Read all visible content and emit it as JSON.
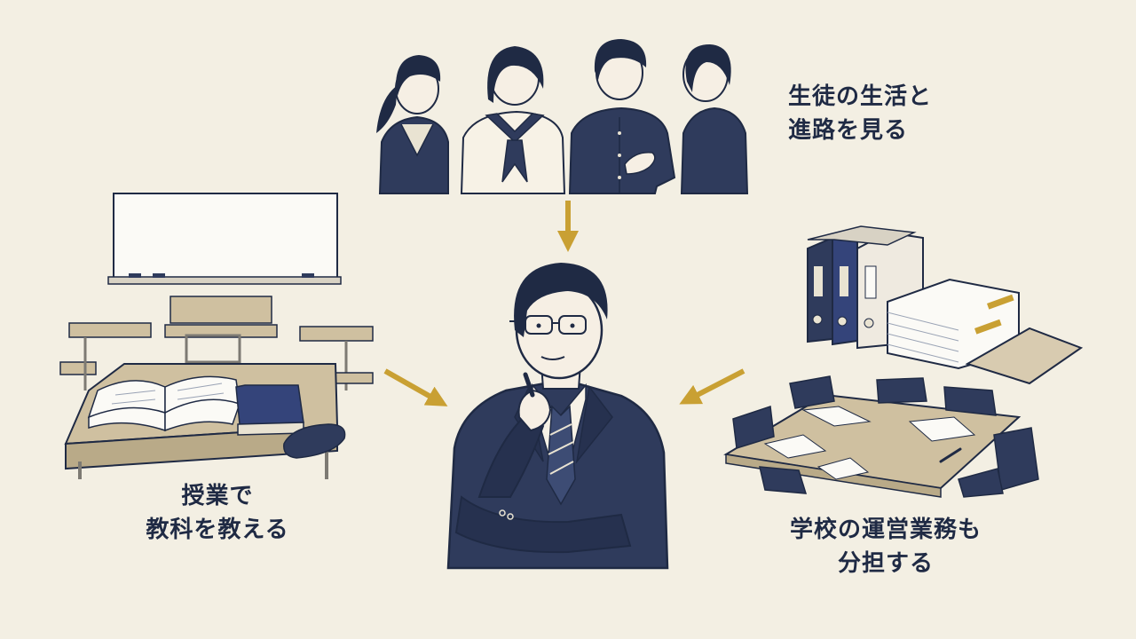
{
  "captions": {
    "students": {
      "line1": "生徒の生活と",
      "line2": "進路を見る"
    },
    "teaching": {
      "line1": "授業で",
      "line2": "教科を教える"
    },
    "admin": {
      "line1": "学校の運営業務も",
      "line2": "分担する"
    }
  },
  "colors": {
    "background": "#f3efe3",
    "ink": "#1f2a44",
    "navy": "#2f3b5c",
    "arrow": "#c9a033",
    "desk": "#cfc0a0",
    "board": "#fbfaf6"
  }
}
